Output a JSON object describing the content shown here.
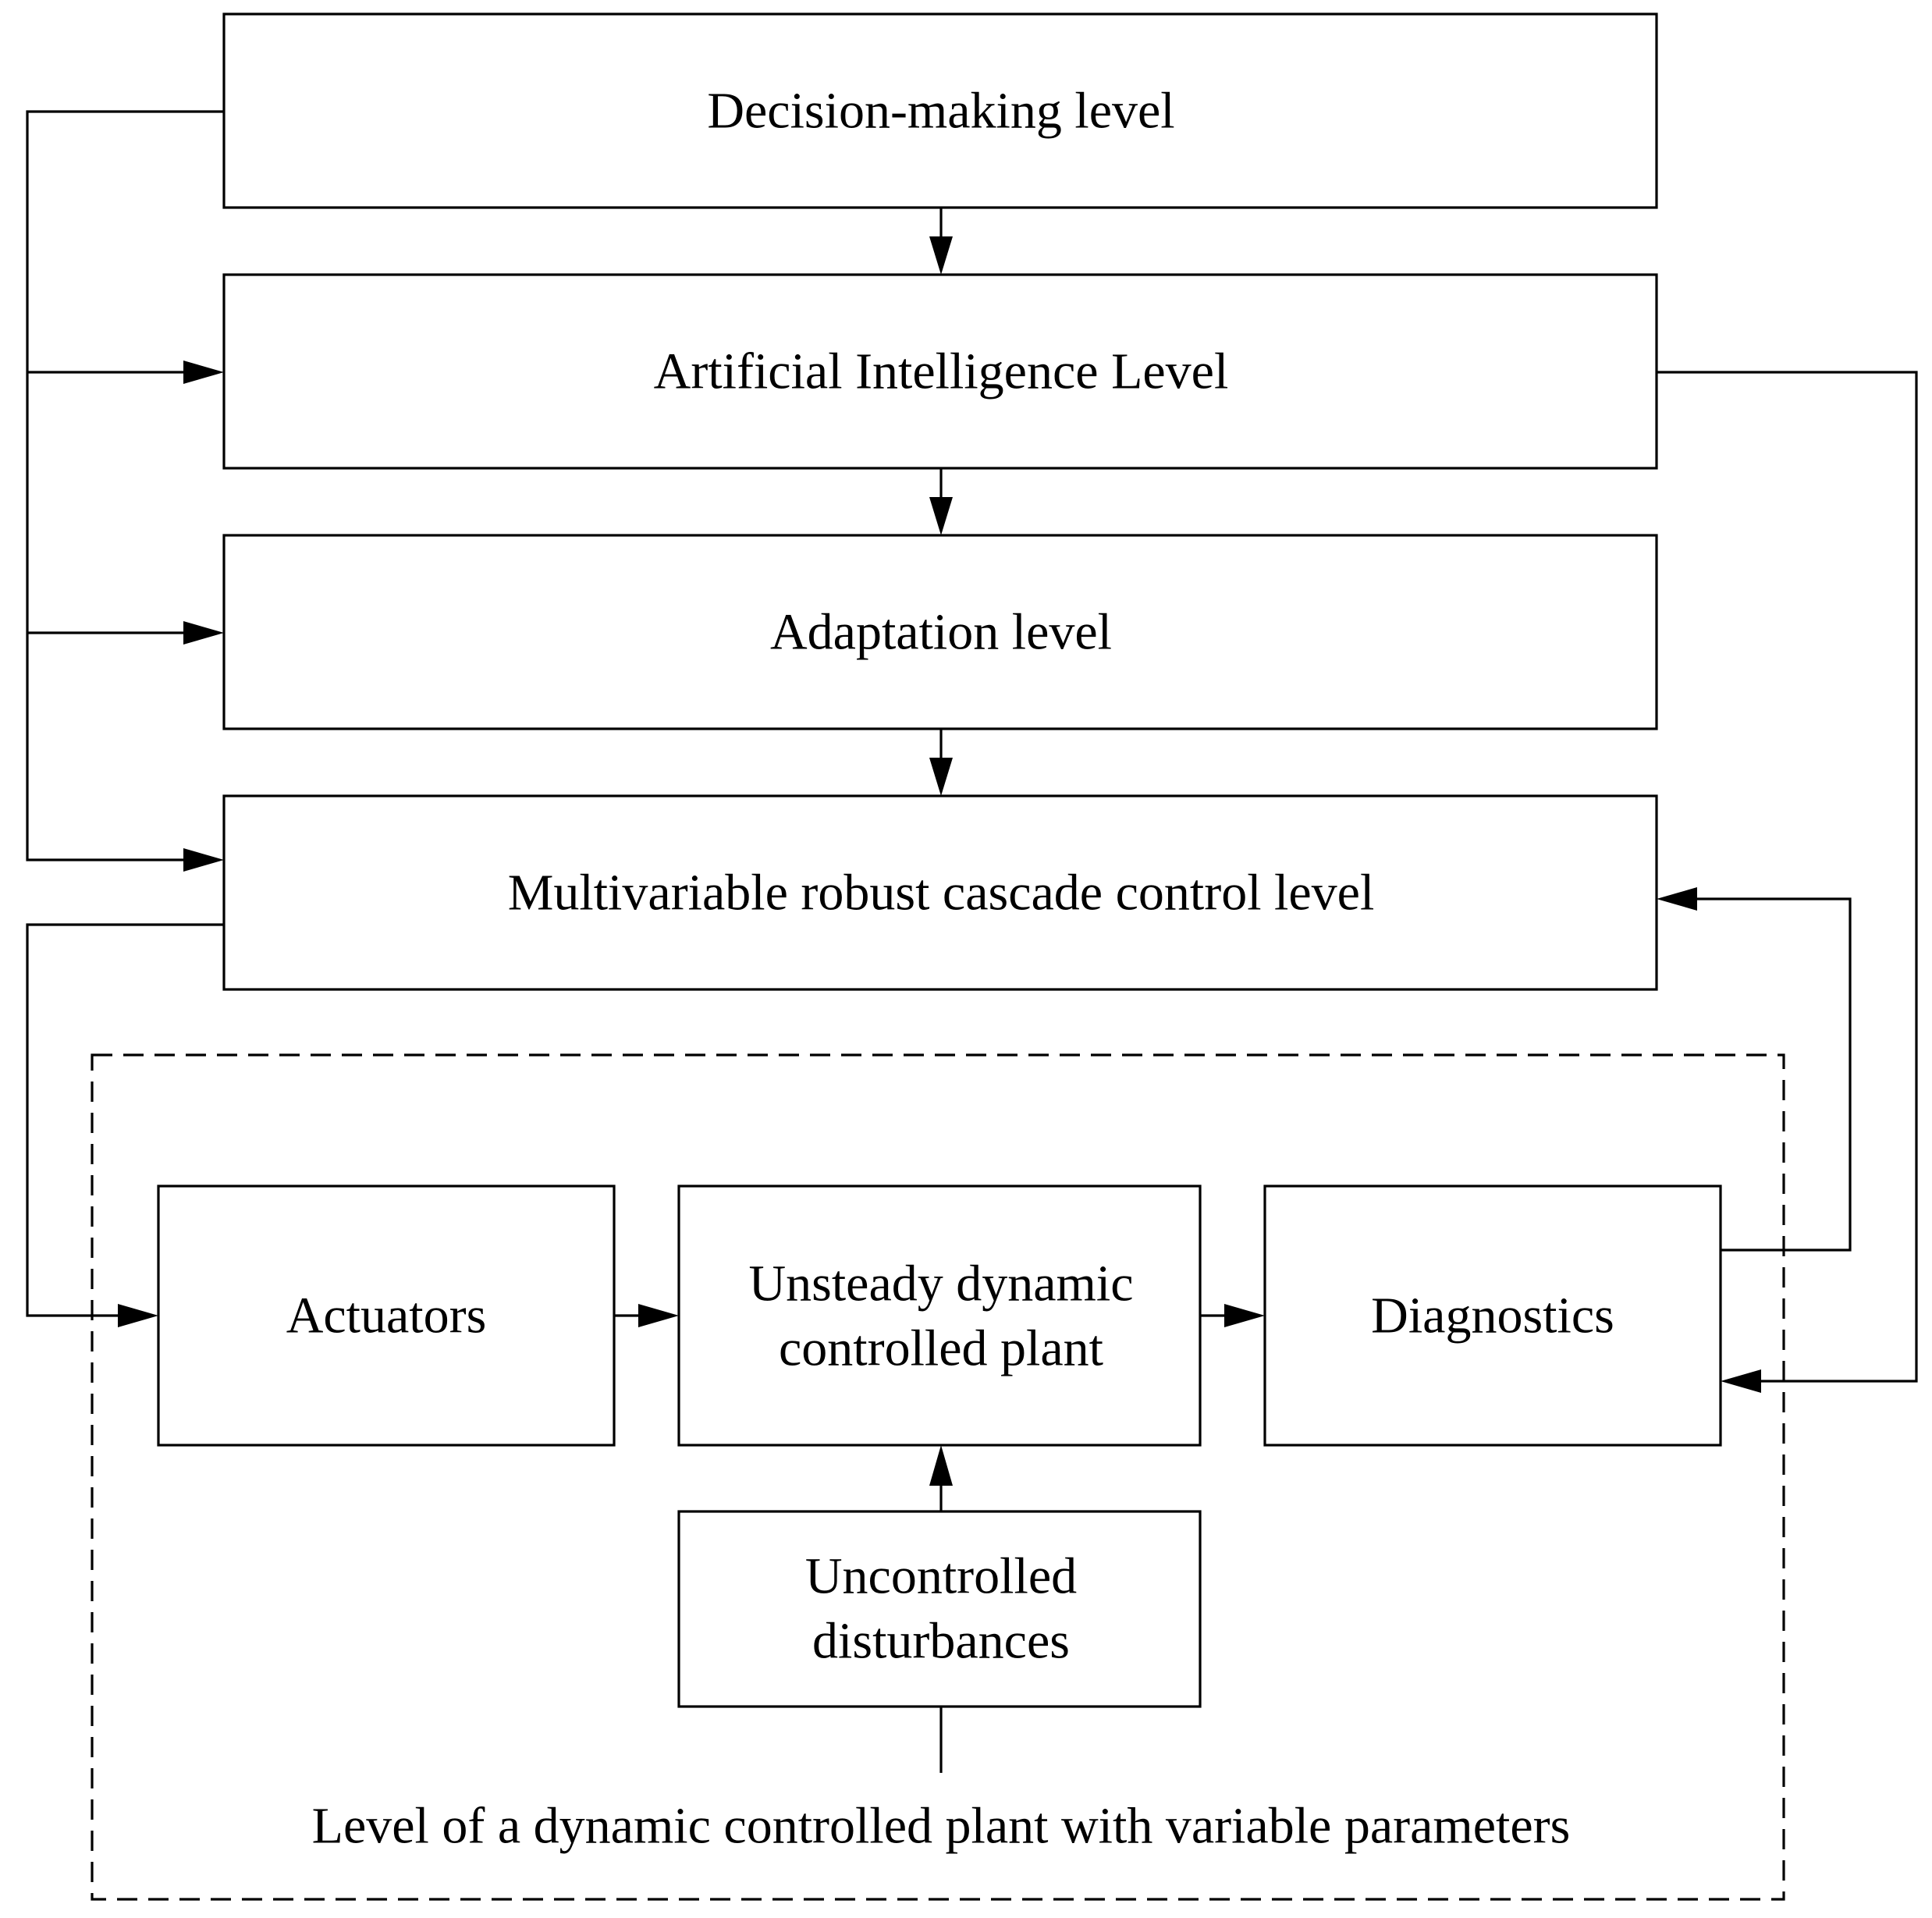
{
  "diagram": {
    "levels": {
      "decision_making": "Decision-making level",
      "artificial_intelligence": "Artificial Intelligence Level",
      "adaptation": "Adaptation level",
      "cascade_control": "Multivariable robust cascade control level"
    },
    "plant_level": {
      "caption": "Level of a dynamic controlled plant with variable parameters",
      "actuators": "Actuators",
      "plant_line1": "Unsteady dynamic",
      "plant_line2": "controlled plant",
      "diagnostics": "Diagnostics",
      "disturbances_line1": "Uncontrolled",
      "disturbances_line2": "disturbances"
    }
  }
}
